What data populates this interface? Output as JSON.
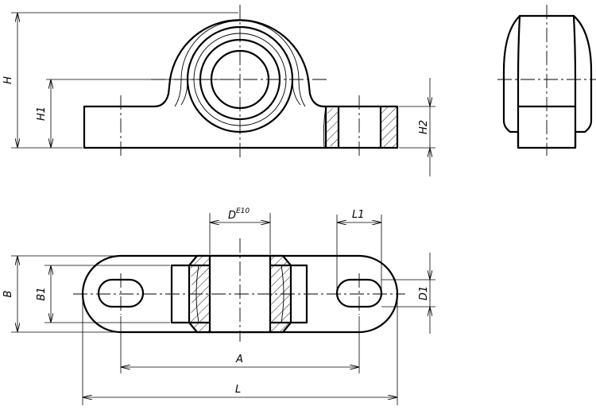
{
  "drawing": {
    "front_view": {
      "dimensions": {
        "H": "H",
        "H1": "H1",
        "H2": "H2"
      }
    },
    "top_view": {
      "dimensions": {
        "D": "D",
        "D_tolerance": "E10",
        "L1": "L1",
        "B": "B",
        "B1": "B1",
        "D1": "D1",
        "A": "A",
        "L": "L"
      }
    }
  }
}
